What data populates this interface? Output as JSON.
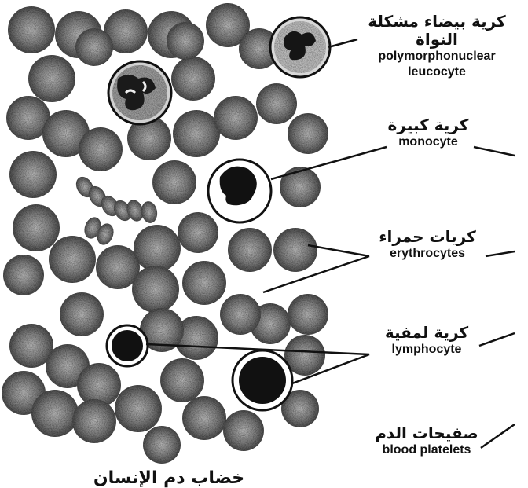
{
  "labels": {
    "polymorphonuclear": {
      "arabic": "كرية بيضاء مشكلة النواة",
      "english_line1": "polymorphonuclear",
      "english_line2": "leucocyte"
    },
    "monocyte": {
      "arabic": "كرية كبيرة",
      "english": "monocyte"
    },
    "erythrocytes": {
      "arabic": "كريات حمراء",
      "english": "erythrocytes"
    },
    "lymphocyte": {
      "arabic": "كرية لمفية",
      "english": "lymphocyte"
    },
    "platelets": {
      "arabic": "صفيحات الدم",
      "english": "blood platelets"
    }
  },
  "caption": "خضاب دم الإنسان",
  "colors": {
    "ink": "#111111",
    "cell_fill": "#8a8a8a",
    "cell_dark": "#3c3c3c",
    "background": "#ffffff"
  }
}
